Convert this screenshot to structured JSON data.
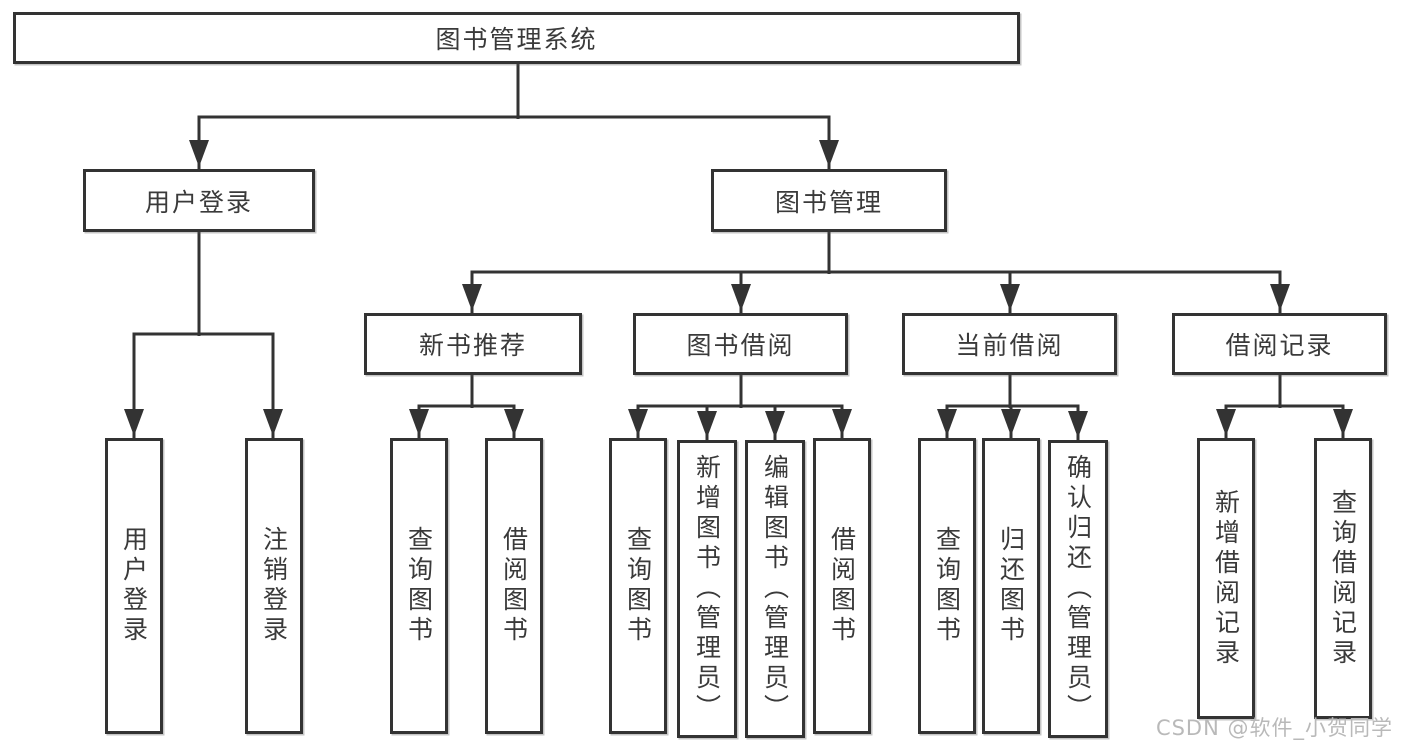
{
  "diagram": {
    "type": "hierarchy-tree",
    "nodes": {
      "root": {
        "label": "图书管理系统"
      },
      "user_login": {
        "label": "用户登录"
      },
      "book_mgmt": {
        "label": "图书管理"
      },
      "new_books": {
        "label": "新书推荐"
      },
      "borrowing": {
        "label": "图书借阅"
      },
      "current": {
        "label": "当前借阅"
      },
      "records": {
        "label": "借阅记录"
      },
      "leaves": {
        "user_login": [
          "用户登录",
          "注销登录"
        ],
        "new_books": [
          "查询图书",
          "借阅图书"
        ],
        "borrowing": [
          "查询图书",
          "新增图书（管理员）",
          "编辑图书（管理员）",
          "借阅图书"
        ],
        "current": [
          "查询图书",
          "归还图书",
          "确认归还（管理员）"
        ],
        "records": [
          "新增借阅记录",
          "查询借阅记录"
        ]
      }
    }
  },
  "watermark": {
    "text": "CSDN @软件_小贺同学"
  },
  "colors": {
    "line": "#333333",
    "text": "#3a3a3a",
    "background": "#ffffff",
    "watermark": "#b9b9b9"
  }
}
